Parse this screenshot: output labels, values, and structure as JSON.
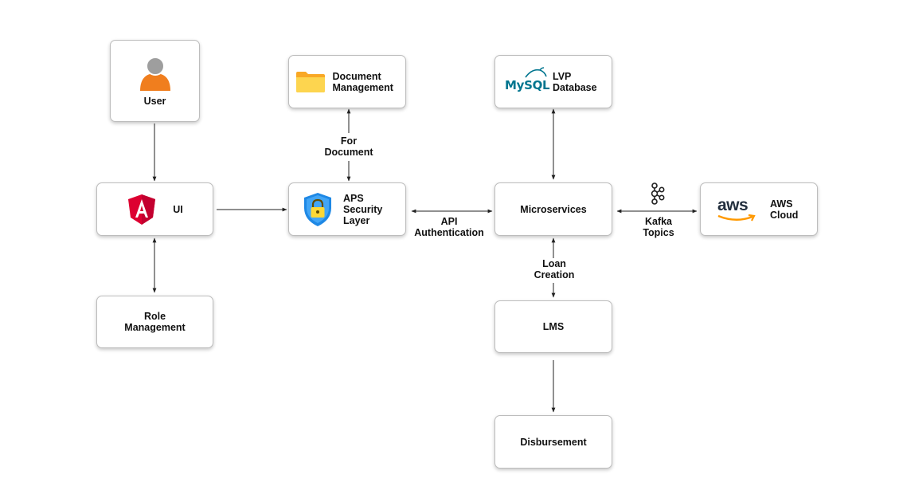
{
  "nodes": {
    "user": "User",
    "ui": "UI",
    "role_management": "Role Management",
    "document_management": "Document Management",
    "aps_security_layer": "APS Security Layer",
    "lvp_database": "LVP Database",
    "microservices": "Microservices",
    "aws_cloud": "AWS Cloud",
    "lms": "LMS",
    "disbursement": "Disbursement"
  },
  "edge_labels": {
    "for_document": "For Document",
    "api_authentication": "API Authentication",
    "kafka_topics": "Kafka Topics",
    "loan_creation": "Loan Creation"
  },
  "logos": {
    "mysql": "MySQL",
    "aws": "aws"
  },
  "icons": {
    "user": "user-avatar-icon",
    "ui": "angular-logo-icon",
    "document": "folder-icon",
    "security": "shield-lock-icon",
    "database": "mysql-logo-icon",
    "kafka": "kafka-logo-icon",
    "cloud": "aws-logo-icon"
  },
  "colors": {
    "angular": "#dd0031",
    "user_body": "#f07e1e",
    "user_head": "#9e9e9e",
    "folder": "#fbc02d",
    "shield": "#1e88e5",
    "lock": "#fdd835",
    "mysql_blue": "#00758f",
    "mysql_orange": "#f29111",
    "aws_orange": "#ff9900",
    "aws_text": "#232f3e"
  }
}
